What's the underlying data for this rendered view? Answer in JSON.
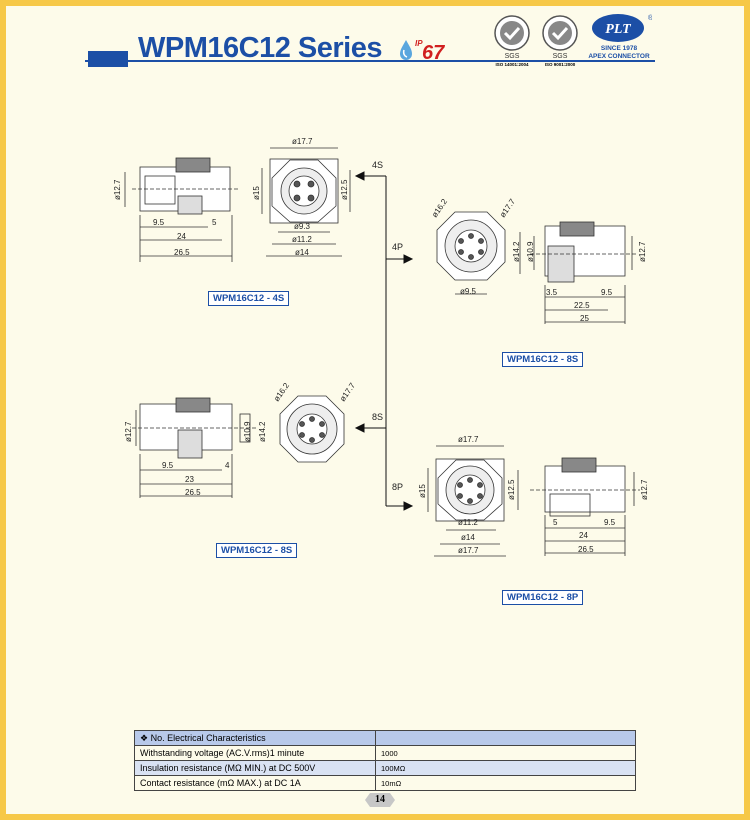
{
  "header": {
    "title": "WPM16C12 Series",
    "ip_prefix": "IP",
    "ip_rating": "67",
    "cert1_label": "SGS",
    "cert1_caption": "ISO 14001:2004",
    "cert2_label": "SGS",
    "cert2_caption": "ISO 9001:2000",
    "brand_logo": "PLT",
    "brand_tagline1": "SINCE 1978",
    "brand_tagline2": "APEX CONNECTOR",
    "reg_mark": "®"
  },
  "colors": {
    "accent": "#1c4fa6",
    "page_border": "#f6c848",
    "background": "#fdfbea",
    "ip_color": "#d11f1f"
  },
  "drawings": {
    "d1": {
      "tag": "WPM16C12 - 4S",
      "dims": [
        "ø12.7",
        "9.5",
        "5",
        "24",
        "26.5"
      ]
    },
    "d2": {
      "dims": [
        "ø17.7",
        "ø15",
        "ø12.5",
        "ø9.3",
        "ø11.2",
        "ø14"
      ]
    },
    "d3": {
      "dims": [
        "ø16.2",
        "ø17.7",
        "ø9.5"
      ]
    },
    "d4": {
      "tag": "WPM16C12 - 8S",
      "dims": [
        "ø14.2",
        "ø10.9",
        "ø12.7",
        "3.5",
        "9.5",
        "22.5",
        "25"
      ]
    },
    "d5": {
      "dims": [
        "ø12.7",
        "9.5",
        "4",
        "23",
        "26.5",
        "ø10.9",
        "ø14.2"
      ]
    },
    "d6": {
      "dims": [
        "ø16.2",
        "ø17.7"
      ]
    },
    "d7": {
      "tag": "WPM16C12 - 8S"
    },
    "d8": {
      "dims": [
        "ø17.7",
        "ø15",
        "ø12.5",
        "ø11.2",
        "ø14",
        "ø17.7"
      ]
    },
    "d9": {
      "tag": "WPM16C12 - 8P",
      "dims": [
        "ø12.7",
        "5",
        "9.5",
        "24",
        "26.5"
      ]
    },
    "branches": [
      "4S",
      "4P",
      "8S",
      "8P"
    ]
  },
  "table": {
    "header": "❖ No. Electrical Characteristics",
    "rows": [
      {
        "label": "Withstanding voltage (AC.V.rms)1 minute",
        "value": "1000"
      },
      {
        "label": "Insulation resistance (MΩ MIN.) at DC 500V",
        "value": "100MΩ"
      },
      {
        "label": "Contact resistance (mΩ MAX.) at DC 1A",
        "value": "10mΩ"
      }
    ]
  },
  "page_number": "14"
}
